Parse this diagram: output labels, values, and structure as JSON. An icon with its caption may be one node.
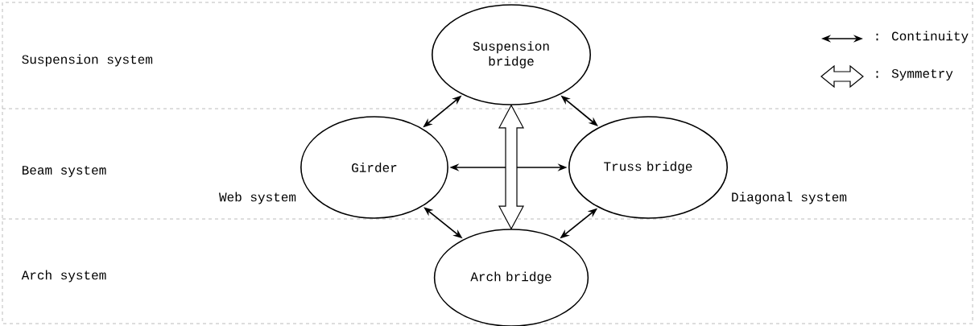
{
  "diagram": {
    "nodes": [
      {
        "text": [
          "Suspension bridge"
        ]
      },
      {
        "text": [
          "Girder"
        ],
        "beside": [
          "Web system"
        ]
      },
      {
        "text": [
          "Truss bridge"
        ],
        "beside": [
          "Diagonal system"
        ]
      },
      {
        "text": [
          "Arch bridge"
        ]
      }
    ],
    "edges": [
      {
        "from": 0,
        "to": 1,
        "arrow": "both"
      },
      {
        "from": 0,
        "to": 2,
        "arrow": "both"
      },
      {
        "from": 1,
        "to": 2,
        "arrow": "both"
      },
      {
        "from": 1,
        "to": 3,
        "arrow": "both"
      },
      {
        "from": 2,
        "to": 3,
        "arrow": "both"
      },
      {
        "from": 0,
        "to": 3,
        "arrow": "both",
        "style": "thick"
      }
    ],
    "labels": [
      "Suspension system",
      "Beam system",
      "Arch system"
    ],
    "legend": [
      {
        "text": ": Continuity"
      },
      {
        "text": ": Symmetry"
      }
    ]
  }
}
